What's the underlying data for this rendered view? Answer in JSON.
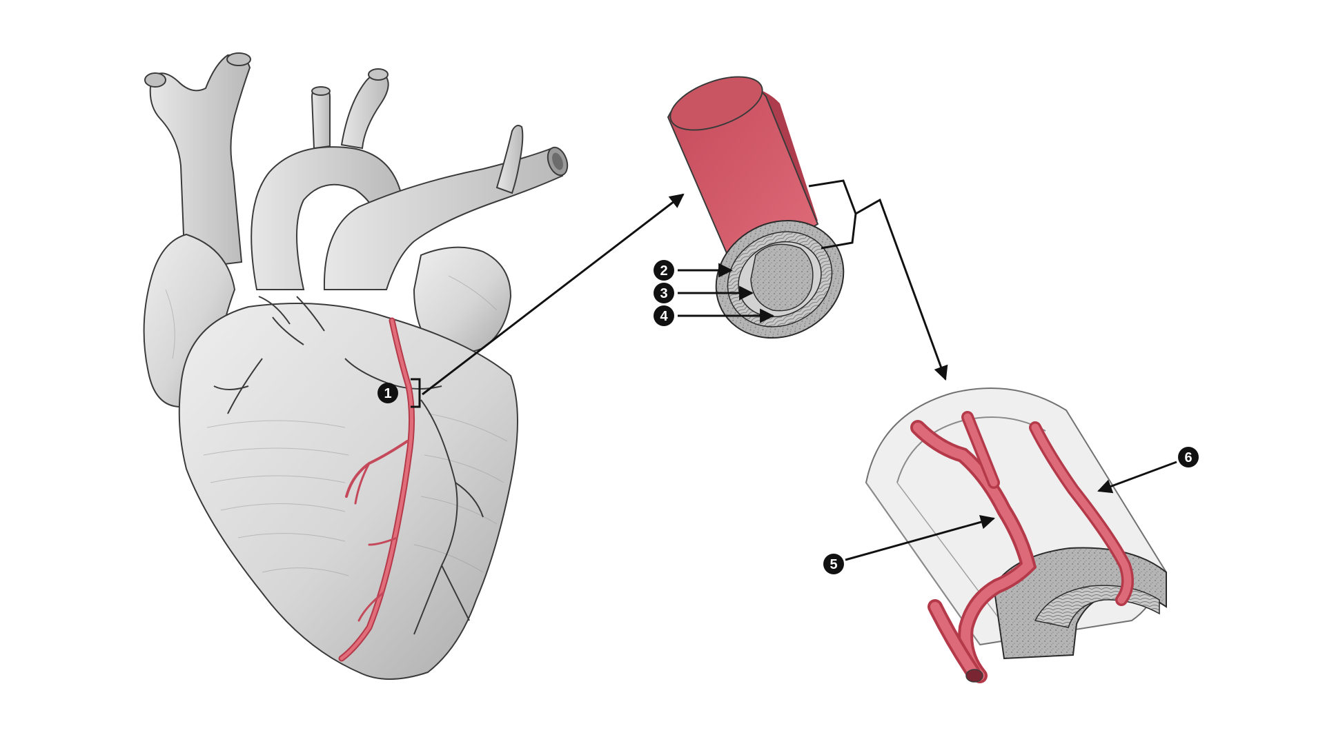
{
  "colors": {
    "background": "#ffffff",
    "vessel_red": "#d45a68",
    "vessel_red_dark": "#b43a4a",
    "heart_gray": "#d9d9d9",
    "heart_shadow": "#8c8c8c",
    "outline": "#2a2a2a",
    "marker_fill": "#111111",
    "marker_text": "#ffffff"
  },
  "markers": [
    {
      "id": "1",
      "label": "1"
    },
    {
      "id": "2",
      "label": "2"
    },
    {
      "id": "3",
      "label": "3"
    },
    {
      "id": "4",
      "label": "4"
    },
    {
      "id": "5",
      "label": "5"
    },
    {
      "id": "6",
      "label": "6"
    }
  ]
}
